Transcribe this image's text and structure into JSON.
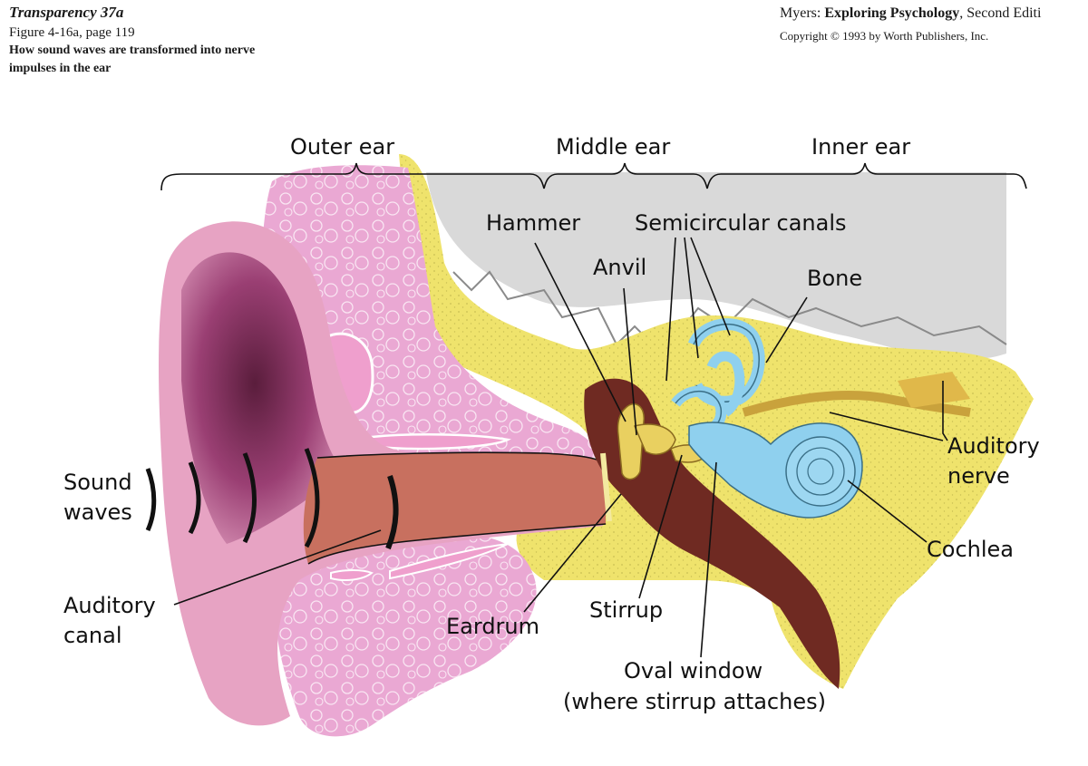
{
  "header": {
    "title": "Transparency 37a",
    "figure_ref": "Figure 4-16a, page 119",
    "caption_line1": "How sound waves are transformed into nerve",
    "caption_line2": "impulses in the ear",
    "publisher_prefix": "Myers: ",
    "book_title": "Exploring Psychology",
    "edition": ", Second Editi",
    "copyright": "Copyright © 1993 by Worth Publishers, Inc."
  },
  "sections": {
    "outer": "Outer ear",
    "middle": "Middle ear",
    "inner": "Inner ear"
  },
  "labels": {
    "hammer": "Hammer",
    "semicircular": "Semicircular canals",
    "anvil": "Anvil",
    "bone": "Bone",
    "auditory_nerve_1": "Auditory",
    "auditory_nerve_2": "nerve",
    "sound_1": "Sound",
    "sound_2": "waves",
    "canal_1": "Auditory",
    "canal_2": "canal",
    "eardrum": "Eardrum",
    "stirrup": "Stirrup",
    "cochlea": "Cochlea",
    "oval_1": "Oval window",
    "oval_2": "(where stirrup attaches)"
  },
  "colors": {
    "skin_pink": "#e9a7cf",
    "canal_brown": "#c86a5a",
    "bone_yellow": "#efe36c",
    "skull_gray": "#d8d8d8",
    "cochlea_blue": "#8fd0ee",
    "ossicle_brown": "#6f2a22"
  }
}
